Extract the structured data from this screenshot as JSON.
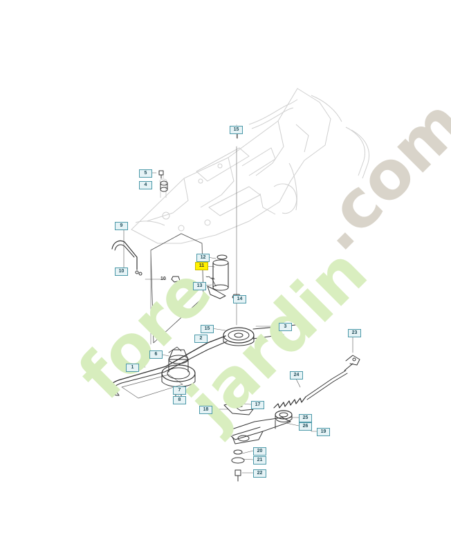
{
  "watermark": {
    "part1": "fore",
    "part2": "jardin",
    "part3": ".com"
  },
  "callouts": {
    "c15a": "15",
    "c5": "5",
    "c4": "4",
    "c9": "9",
    "c10a": "10",
    "c10b": "10",
    "c12": "12",
    "c11": "11",
    "c13": "13",
    "c14": "14",
    "c15b": "15",
    "c3": "3",
    "c2": "2",
    "c6": "6",
    "c1": "1",
    "c7": "7",
    "c8": "8",
    "c18": "18",
    "c17": "17",
    "c23": "23",
    "c24": "24",
    "c25": "25",
    "c26": "26",
    "c19": "19",
    "c20": "20",
    "c21": "21",
    "c22": "22"
  },
  "colors": {
    "callout_bg": "#e6f3f6",
    "callout_border": "#4a98a8",
    "highlight": "#fff100",
    "line_dark": "#333333",
    "line_light": "#cfcfcf",
    "watermark_green": "#d7edbd",
    "watermark_grey": "#d9d4ca"
  }
}
